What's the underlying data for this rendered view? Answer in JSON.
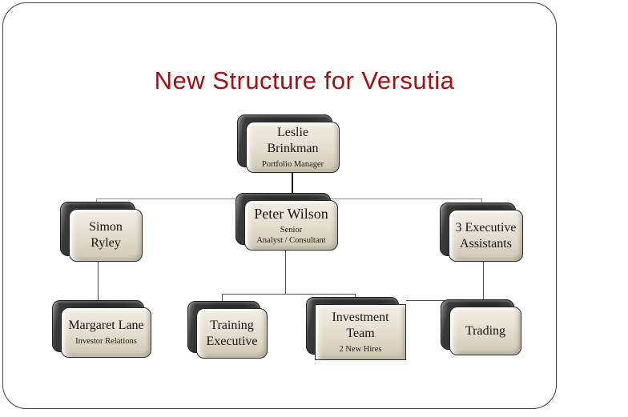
{
  "slide": {
    "title": "New Structure for Versutia",
    "title_color": "#a50f12",
    "frame_color": "#3f3f3f"
  },
  "org_chart": {
    "node_fill": "#e4decf",
    "node_shadow_fill": "#2d2d2d",
    "connector_color": "#8c8c8c",
    "nodes": [
      {
        "name": "Leslie\nBrinkman",
        "role": "Portfolio Manager"
      },
      {
        "name": "Simon\nRyley",
        "role": ""
      },
      {
        "name": "Peter Wilson",
        "role": "Senior\nAnalyst / Consultant"
      },
      {
        "name": "3 Executive\nAssistants",
        "role": ""
      },
      {
        "name": "Margaret Lane",
        "role": "Investor Relations"
      },
      {
        "name": "Training\nExecutive",
        "role": ""
      },
      {
        "name": "Investment\nTeam",
        "role": "2 New Hires"
      },
      {
        "name": "Trading",
        "role": ""
      }
    ]
  }
}
